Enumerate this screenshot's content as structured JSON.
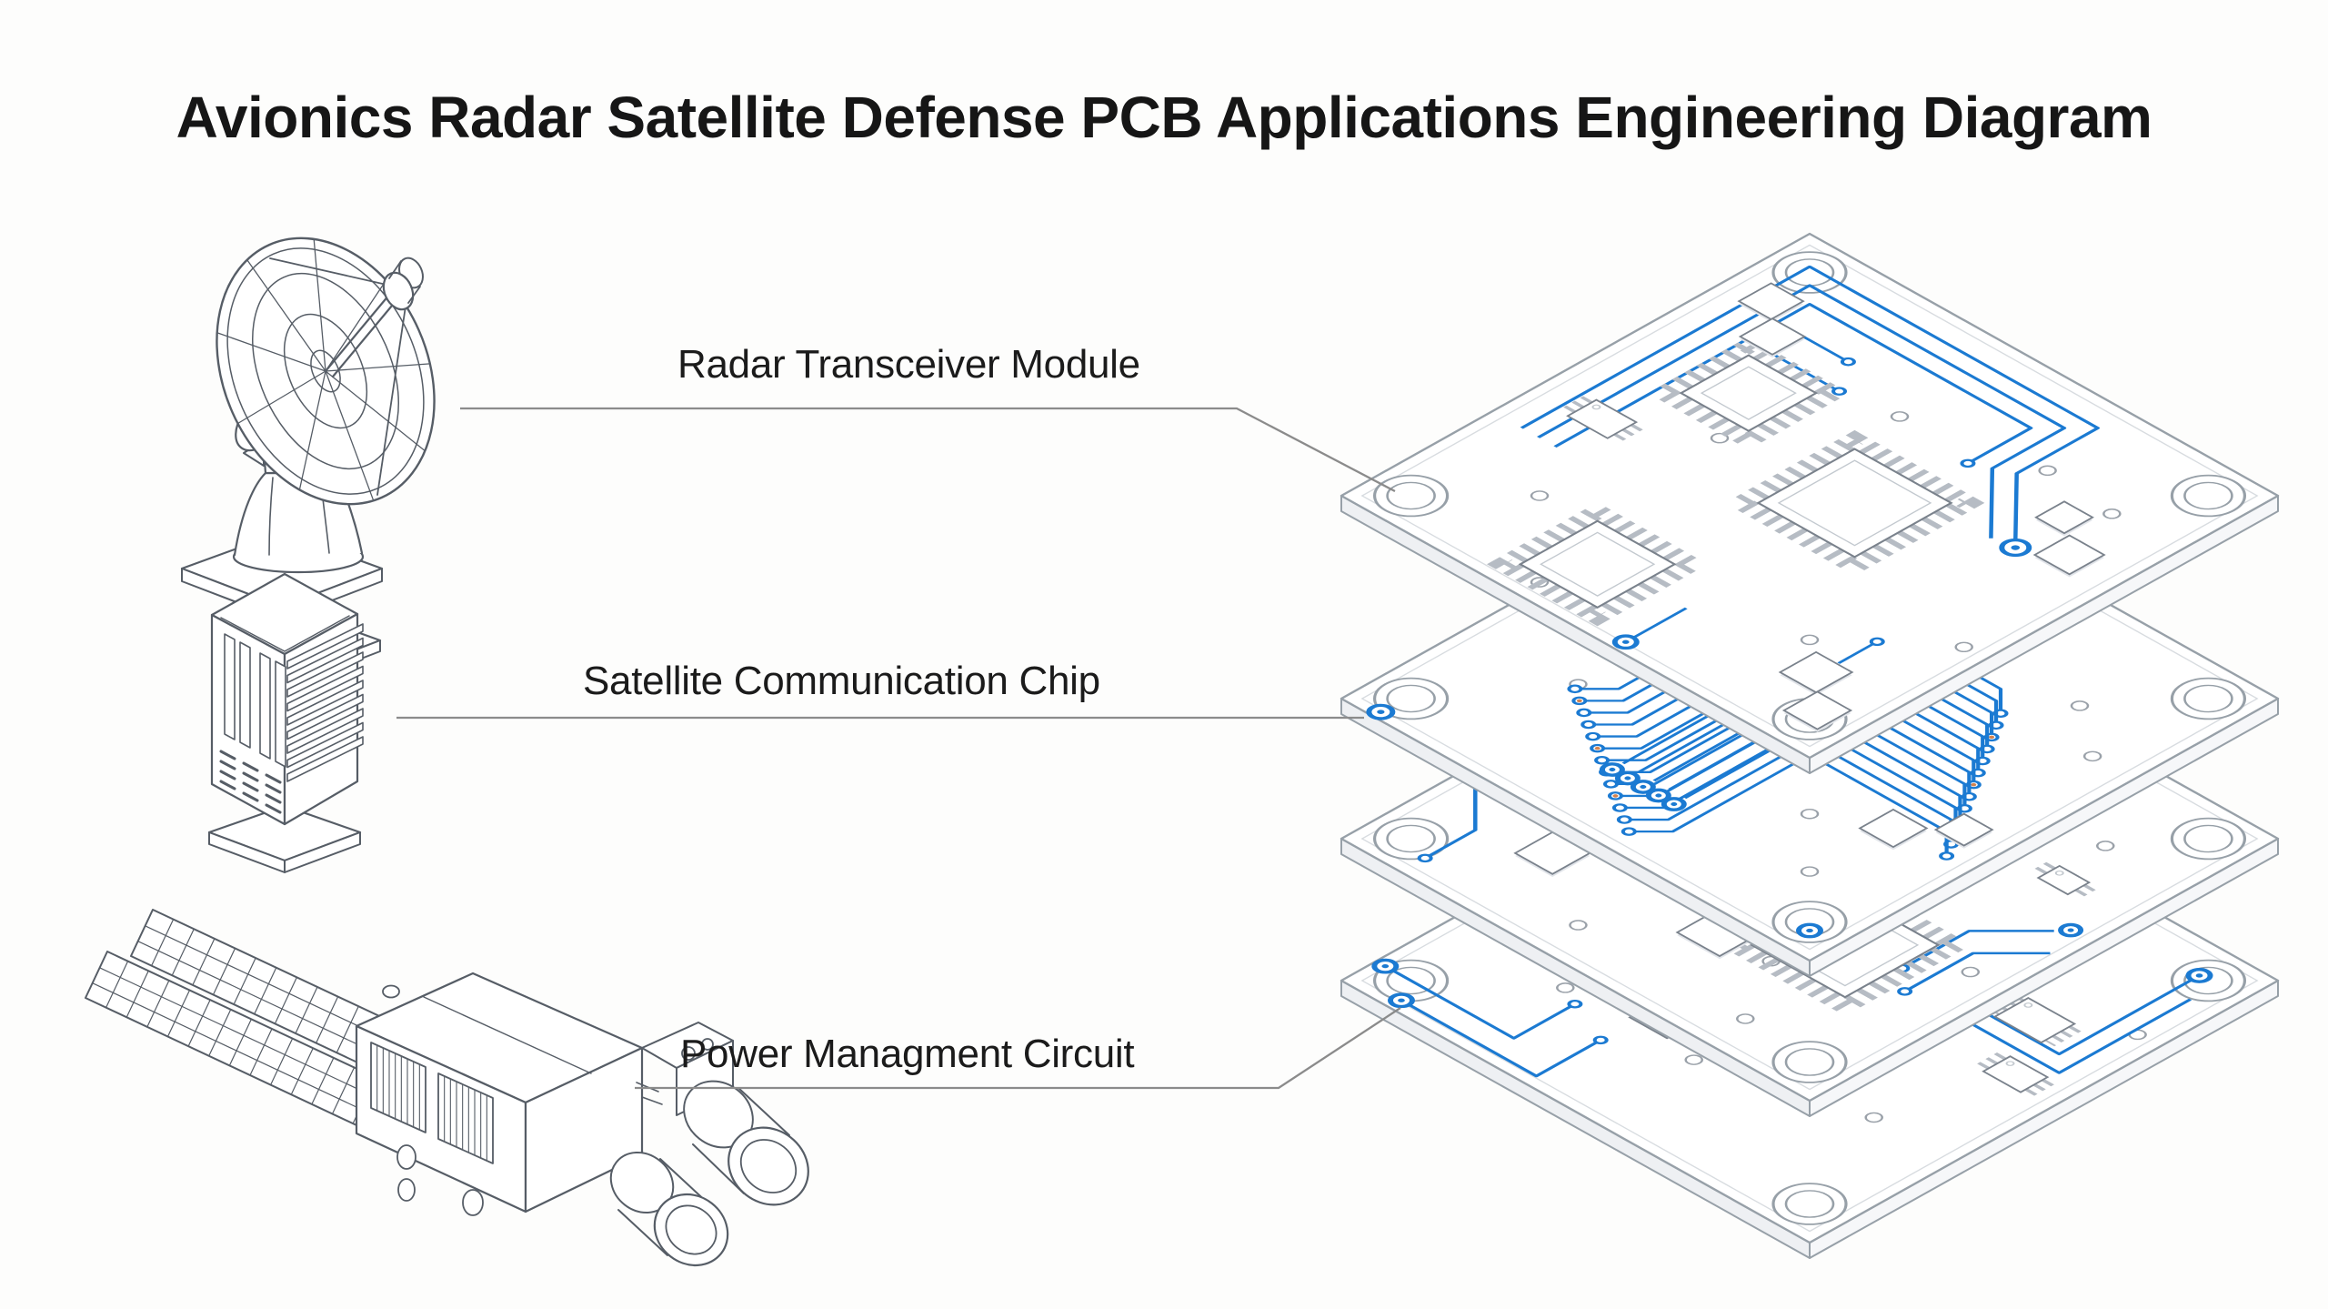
{
  "title": "Avionics Radar Satellite Defense PCB Applications Engineering Diagram",
  "labels": {
    "radar_transceiver": "Radar Transceiver Module",
    "satellite_communication": "Satellite Communication Chip",
    "power_management": "Power Managment Circuit"
  },
  "illustrations": {
    "satellite_dish": "satellite-dish-line-art",
    "chip_tower": "satellite-communication-chip-line-art",
    "power_module": "power-management-module-line-art",
    "pcb_stack": "exploded-four-layer-pcb-stack-line-art"
  },
  "colors": {
    "background": "#fdfdfc",
    "text": "#161616",
    "line_art_gray": "#565d66",
    "pcb_outline_gray": "#97a0a8",
    "trace_blue": "#1b7ad2",
    "leader_line_gray": "#8b8b8b",
    "pad_accent_orange": "#d2824f",
    "pin_gray": "#b6bcc4",
    "chip_outline": "#7a828c"
  }
}
